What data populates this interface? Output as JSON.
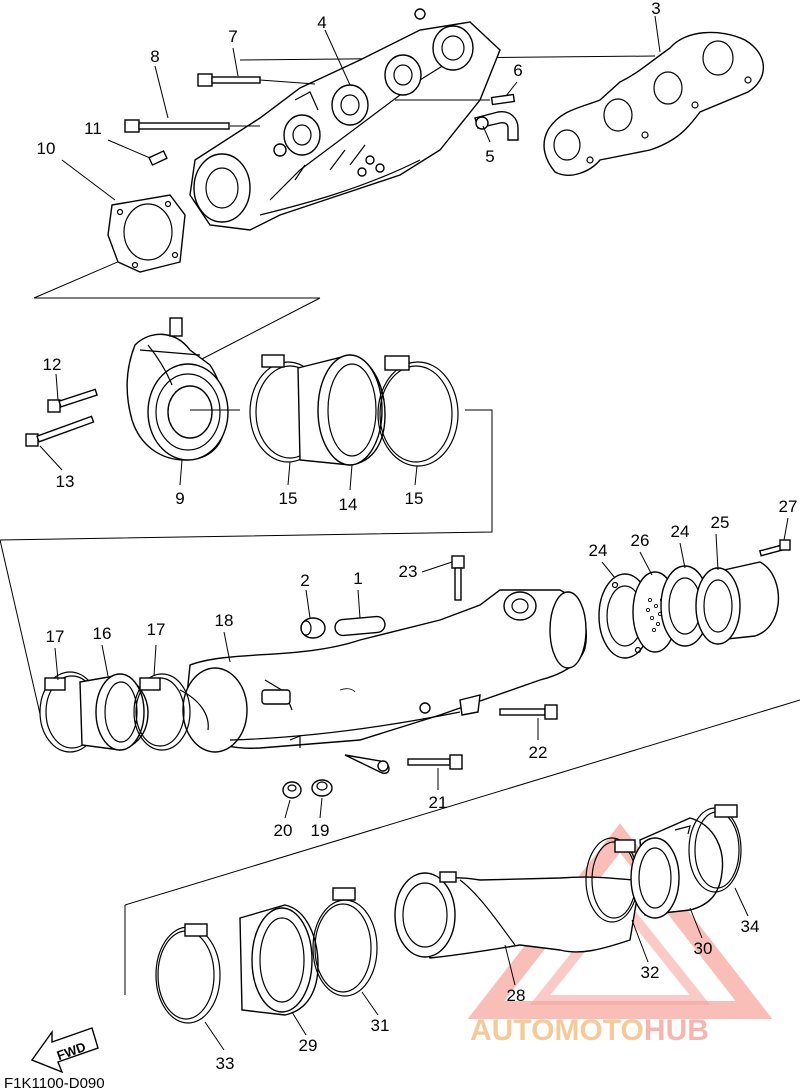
{
  "diagram_code": "F1K1100-D090",
  "fwd_label": "FWD",
  "watermark": {
    "brand_part1": "AUTOMOTO",
    "brand_part2": "HUB",
    "color_primary": "#f7a8a0",
    "color_secondary": "#f4c089"
  },
  "part_labels": {
    "p1": "1",
    "p2": "2",
    "p3": "3",
    "p4": "4",
    "p5": "5",
    "p6": "6",
    "p7": "7",
    "p8": "8",
    "p9": "9",
    "p10": "10",
    "p11": "11",
    "p12": "12",
    "p13": "13",
    "p14": "14",
    "p15a": "15",
    "p15b": "15",
    "p16": "16",
    "p17a": "17",
    "p17b": "17",
    "p18": "18",
    "p19": "19",
    "p20": "20",
    "p21": "21",
    "p22": "22",
    "p23": "23",
    "p24a": "24",
    "p24b": "24",
    "p25": "25",
    "p26": "26",
    "p27": "27",
    "p28": "28",
    "p29": "29",
    "p30": "30",
    "p31": "31",
    "p32": "32",
    "p33": "33",
    "p34": "34"
  }
}
